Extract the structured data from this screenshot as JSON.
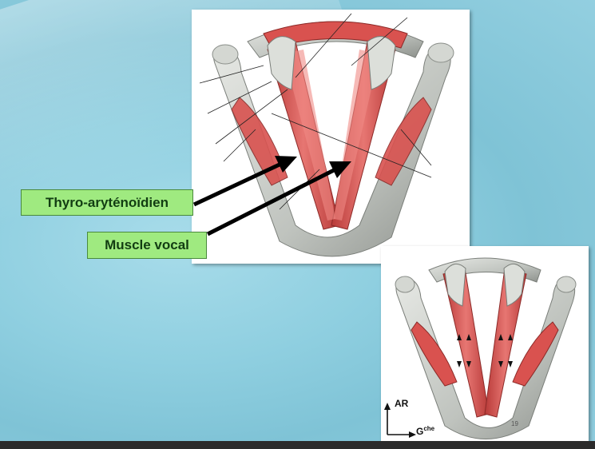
{
  "labels": {
    "thyro": "Thyro-aryténoïdien",
    "vocal": "Muscle vocal"
  },
  "axes": {
    "ar": "AR",
    "gche_base": "G",
    "gche_sup": "che"
  },
  "page_number": "19",
  "colors": {
    "label_bg": "#9fea80",
    "label_border": "#4a8a3c",
    "muscle": "#d9524f",
    "cartilage": "#c9cdc8"
  }
}
